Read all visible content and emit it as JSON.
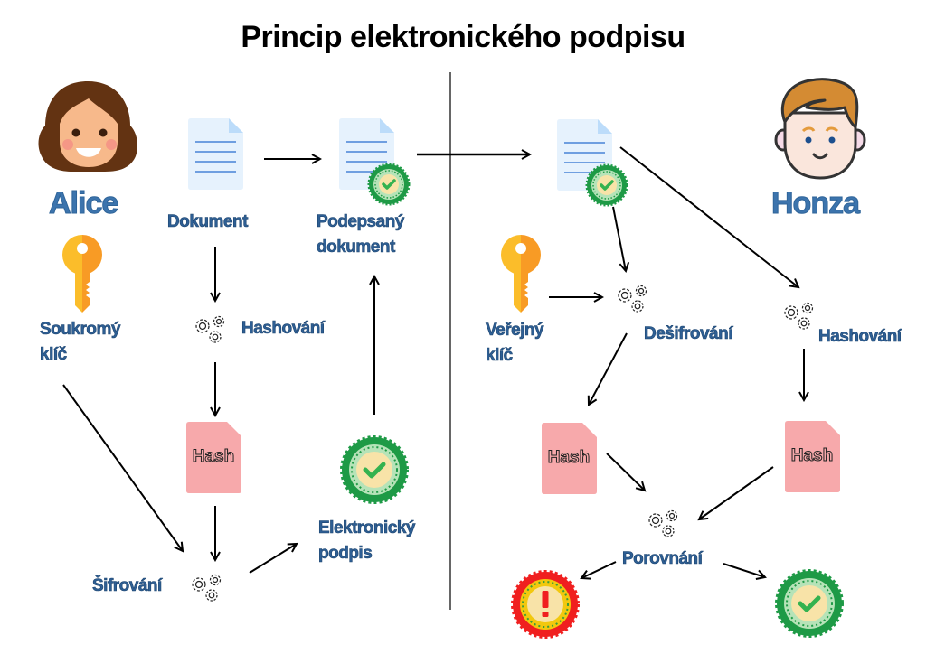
{
  "title": "Princip elektronického podpisu",
  "actors": {
    "sender": {
      "name": "Alice",
      "icon": "woman-avatar-icon"
    },
    "receiver": {
      "name": "Honza",
      "icon": "man-avatar-icon"
    }
  },
  "sender_side": {
    "private_key_label_line1": "Soukromý",
    "private_key_label_line2": "klíč",
    "document_label": "Dokument",
    "signed_document_label_line1": "Podepsaný",
    "signed_document_label_line2": "dokument",
    "hashing_label": "Hashování",
    "hash_box_label": "Hash",
    "encryption_label": "Šifrování",
    "signature_label_line1": "Elektronický",
    "signature_label_line2": "podpis"
  },
  "receiver_side": {
    "public_key_label_line1": "Veřejný",
    "public_key_label_line2": "klíč",
    "decryption_label": "Dešifrování",
    "hashing_label": "Hashování",
    "hash_box_left_label": "Hash",
    "hash_box_right_label": "Hash",
    "comparison_label": "Porovnání",
    "result_fail_icon": "invalid-badge-icon",
    "result_ok_icon": "valid-badge-icon"
  },
  "colors": {
    "label_blue": "#2e5f94",
    "name_blue": "#3c74ad",
    "hash_pink": "#f7a9ab",
    "doc_blue": "#e6f2fd",
    "badge_green": "#1e9a46",
    "badge_red": "#f01f1f",
    "key_yellow": "#fbbd2a",
    "key_orange": "#f89b25"
  }
}
